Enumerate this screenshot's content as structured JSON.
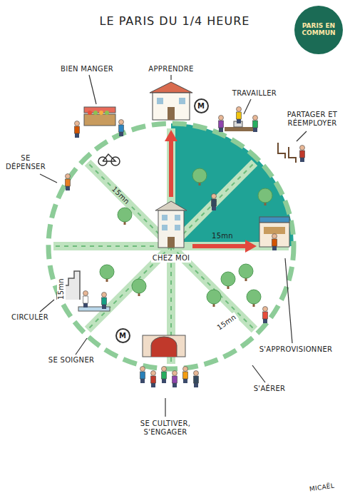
{
  "diagram": {
    "title": "LE PARIS DU 1/4 HEURE",
    "nodes": [
      {
        "text": [
          "PARIS EN COMMUN"
        ]
      },
      {
        "text": [
          "M"
        ]
      },
      {
        "text": [
          "M"
        ]
      }
    ],
    "labels": [
      "BIEN MANGER",
      "APPRENDRE",
      "TRAVAILLER",
      "PARTAGER ET RÉEMPLOYER",
      "SE DÉPENSER",
      "CHEZ MOI",
      "15mn",
      "15mn",
      "CIRCULER",
      "15mn",
      "SE SOIGNER",
      "15mn",
      "S'APPROVISIONNER",
      "S'AÉRER",
      "SE CULTIVER, S'ENGAGER",
      "MICAËL"
    ]
  }
}
